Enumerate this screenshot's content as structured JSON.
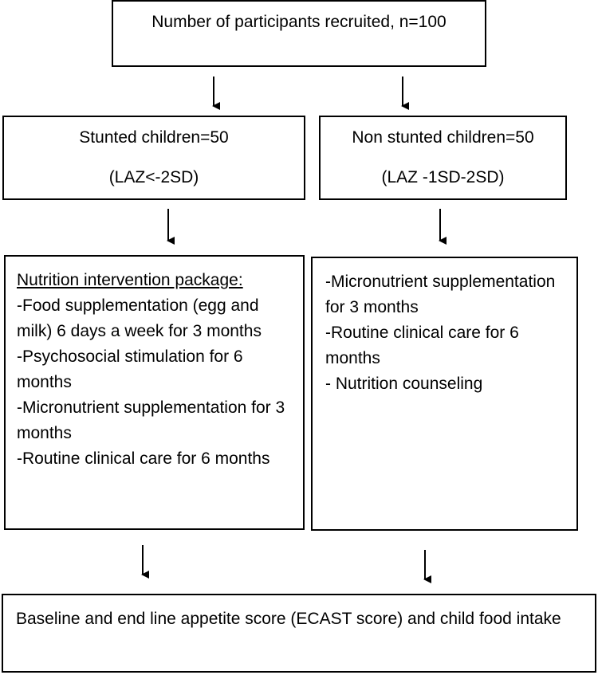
{
  "recruitment": {
    "text": "Number of participants recruited, n=100"
  },
  "groups": {
    "stunted": {
      "title": "Stunted children=50",
      "criteria": "(LAZ<-2SD)"
    },
    "non_stunted": {
      "title": "Non stunted children=50",
      "criteria": "(LAZ -1SD-2SD)"
    }
  },
  "interventions": {
    "stunted": {
      "heading": "Nutrition intervention package:",
      "items": [
        "-Food supplementation (egg and milk) 6 days a week for 3 months",
        "-Psychosocial stimulation for 6 months",
        "-Micronutrient supplementation for 3 months",
        "-Routine clinical care for 6 months"
      ]
    },
    "non_stunted": {
      "items": [
        "-Micronutrient supplementation for 3 months",
        "-Routine clinical care for 6 months",
        "- Nutrition counseling"
      ]
    }
  },
  "outcome": {
    "text": "Baseline and end line appetite score (ECAST score) and child food intake"
  }
}
